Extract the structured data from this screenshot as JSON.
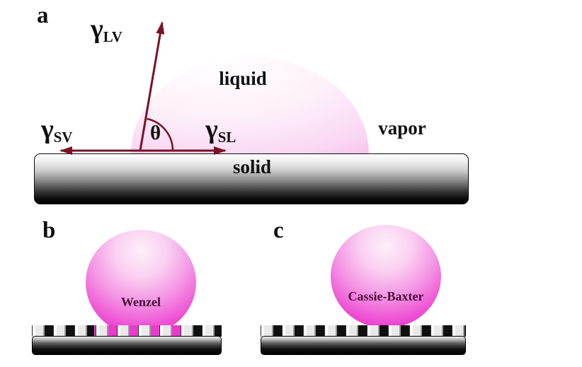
{
  "figure": {
    "colors": {
      "arrow": "#7a1226",
      "droplet_pink_light": "#fdeffb",
      "droplet_magenta": "#e71fc7",
      "solid_black": "#000000",
      "text": "#101010"
    }
  },
  "panel_a": {
    "label": "a",
    "liquid_label": "liquid",
    "vapor_label": "vapor",
    "solid_label": "solid",
    "theta_label": "θ",
    "gamma_lv": {
      "symbol": "γ",
      "sub": "LV"
    },
    "gamma_sv": {
      "symbol": "γ",
      "sub": "SV"
    },
    "gamma_sl": {
      "symbol": "γ",
      "sub": "SL"
    }
  },
  "panel_b": {
    "label": "b",
    "droplet_label": "Wenzel"
  },
  "panel_c": {
    "label": "c",
    "droplet_label": "Cassie-Baxter"
  }
}
